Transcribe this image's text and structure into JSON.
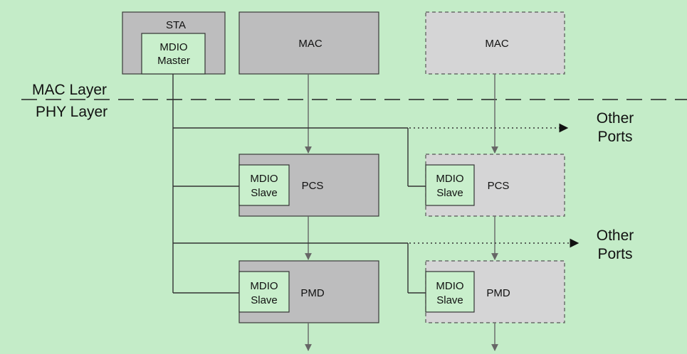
{
  "labels": {
    "sta": "STA",
    "mdio_master": [
      "MDIO",
      "Master"
    ],
    "mac_left": "MAC",
    "mac_right": "MAC",
    "mac_layer": "MAC Layer",
    "phy_layer": "PHY Layer",
    "other_ports_1": [
      "Other",
      "Ports"
    ],
    "other_ports_2": [
      "Other",
      "Ports"
    ],
    "pcs_left": "PCS",
    "pcs_right": "PCS",
    "pmd_left": "PMD",
    "pmd_right": "PMD",
    "mdio_slave": [
      "MDIO",
      "Slave"
    ]
  },
  "colors": {
    "background": "#c4ecc8",
    "box_fill": "#bdbdbe",
    "dashed_box_fill": "#d5d5d6",
    "inner_fill": "#c9efcc"
  }
}
